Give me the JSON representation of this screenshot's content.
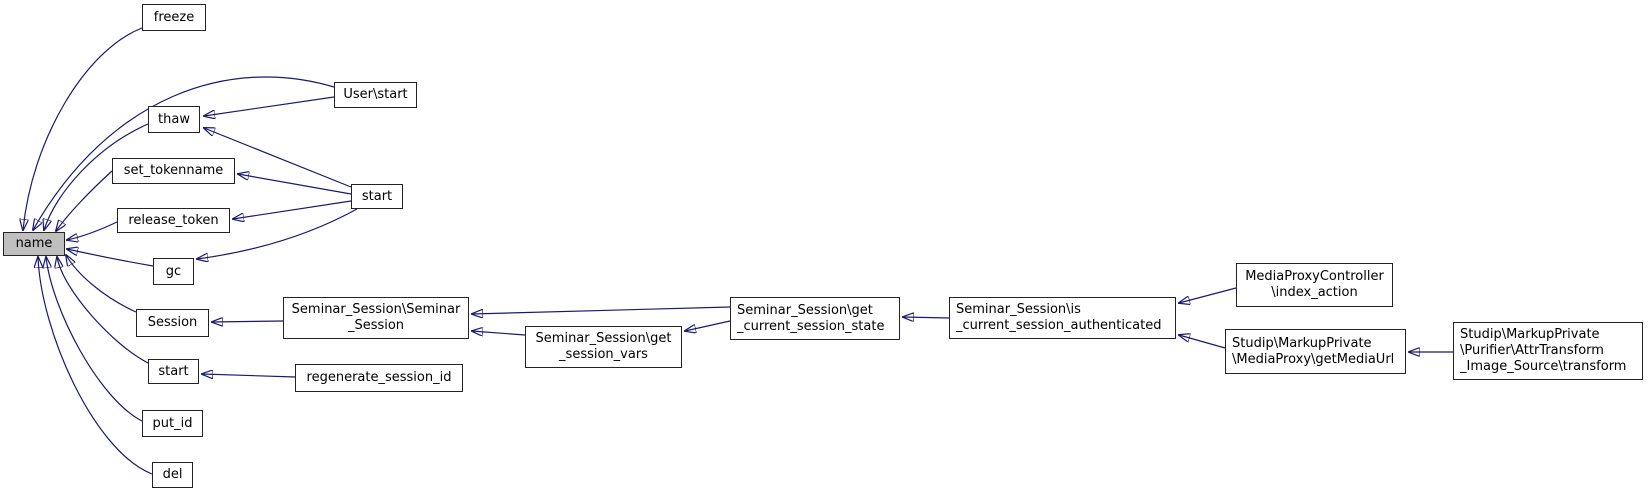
{
  "diagram": {
    "type": "caller-graph",
    "colors": {
      "background": "#ffffff",
      "edge": "#191970",
      "node_border": "#242424",
      "node_fill": "#ffffff",
      "highlight_fill": "#bfbfbf",
      "text": "#000000"
    },
    "nodes": [
      {
        "id": "freeze",
        "label": "freeze"
      },
      {
        "id": "user-start",
        "label": "User\\start"
      },
      {
        "id": "thaw",
        "label": "thaw"
      },
      {
        "id": "set-tokenname",
        "label": "set_tokenname"
      },
      {
        "id": "release-token",
        "label": "release_token"
      },
      {
        "id": "start-top",
        "label": "start"
      },
      {
        "id": "name",
        "label": "name",
        "highlighted": true
      },
      {
        "id": "gc",
        "label": "gc"
      },
      {
        "id": "session",
        "label": "Session"
      },
      {
        "id": "seminar-session",
        "label": "Seminar_Session\\Seminar\n_Session"
      },
      {
        "id": "start-lower",
        "label": "start"
      },
      {
        "id": "regenerate-session-id",
        "label": "regenerate_session_id"
      },
      {
        "id": "put-id",
        "label": "put_id"
      },
      {
        "id": "del",
        "label": "del"
      },
      {
        "id": "get-session-vars",
        "label": "Seminar_Session\\get\n_session_vars"
      },
      {
        "id": "get-current-session-state",
        "label": "Seminar_Session\\get\n_current_session_state"
      },
      {
        "id": "is-current-session-authenticated",
        "label": "Seminar_Session\\is\n_current_session_authenticated"
      },
      {
        "id": "index-action",
        "label": "MediaProxyController\n\\index_action"
      },
      {
        "id": "get-media-url",
        "label": "Studip\\MarkupPrivate\n\\MediaProxy\\getMediaUrl"
      },
      {
        "id": "transform",
        "label": "Studip\\MarkupPrivate\n\\Purifier\\AttrTransform\n_Image_Source\\transform"
      }
    ],
    "edges": [
      {
        "from": "freeze",
        "to": "name"
      },
      {
        "from": "user-start",
        "to": "name"
      },
      {
        "from": "thaw",
        "to": "name"
      },
      {
        "from": "set-tokenname",
        "to": "name"
      },
      {
        "from": "release-token",
        "to": "name"
      },
      {
        "from": "gc",
        "to": "name"
      },
      {
        "from": "session",
        "to": "name"
      },
      {
        "from": "start-lower",
        "to": "name"
      },
      {
        "from": "put-id",
        "to": "name"
      },
      {
        "from": "del",
        "to": "name"
      },
      {
        "from": "user-start",
        "to": "thaw"
      },
      {
        "from": "start-top",
        "to": "thaw"
      },
      {
        "from": "start-top",
        "to": "set-tokenname"
      },
      {
        "from": "start-top",
        "to": "release-token"
      },
      {
        "from": "start-top",
        "to": "gc"
      },
      {
        "from": "seminar-session",
        "to": "session"
      },
      {
        "from": "regenerate-session-id",
        "to": "start-lower"
      },
      {
        "from": "get-session-vars",
        "to": "seminar-session"
      },
      {
        "from": "get-current-session-state",
        "to": "seminar-session"
      },
      {
        "from": "get-current-session-state",
        "to": "get-session-vars"
      },
      {
        "from": "is-current-session-authenticated",
        "to": "get-current-session-state"
      },
      {
        "from": "index-action",
        "to": "is-current-session-authenticated"
      },
      {
        "from": "get-media-url",
        "to": "is-current-session-authenticated"
      },
      {
        "from": "transform",
        "to": "get-media-url"
      }
    ]
  }
}
